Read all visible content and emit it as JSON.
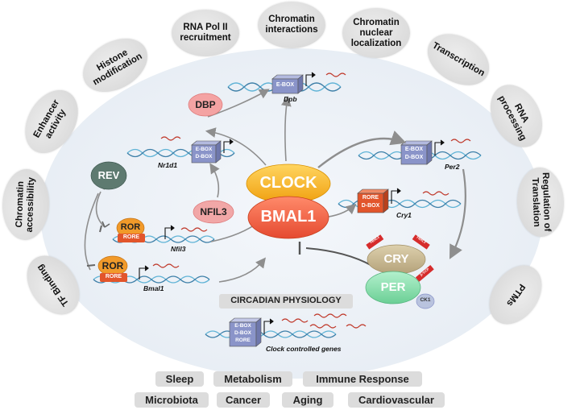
{
  "outer_ring": [
    "RNA Pol II recruitment",
    "Chromatin interactions",
    "Chromatin nuclear localization",
    "Transcription",
    "RNA processing",
    "Regulation of Translation",
    "PTMs",
    "TF Binding",
    "Chromatin accessibility",
    "Enhancer activity",
    "Histone modification"
  ],
  "core": {
    "clock": "CLOCK",
    "bmal1": "BMAL1"
  },
  "proteins": {
    "dbp": "DBP",
    "rev": "REV",
    "nfil3": "NFIL3",
    "ror1": "ROR",
    "ror2": "ROR",
    "cry": "CRY",
    "per": "PER",
    "ck1": "CK1"
  },
  "elements": {
    "ebox": "E-BOX",
    "dbox": "D-BOX",
    "rore": "RORE"
  },
  "genes": {
    "dpb": "Dpb",
    "nr1d1": "Nr1d1",
    "per2": "Per2",
    "cry1": "Cry1",
    "nfil3": "Nfil3",
    "bmal1": "Bmal1",
    "ccg": "Clock controlled genes"
  },
  "phospho": {
    "fbxl3": "FBXL3",
    "btrcp": "β-TrCP"
  },
  "circadian_label": "CIRCADIAN PHYSIOLOGY",
  "physiology": [
    "Sleep",
    "Metabolism",
    "Immune Response",
    "Microbiota",
    "Cancer",
    "Aging",
    "Cardiovascular"
  ],
  "colors": {
    "clock": "#f5b01c",
    "bmal1": "#ef5a3c",
    "cry": "#c8b48a",
    "per": "#7fd6a4",
    "rev": "#5e7a70",
    "ror": "#f19a2a",
    "dbp": "#f4a3a3",
    "nfil3": "#f1a7a7",
    "box": "#8a94c9",
    "rore_box": "#e2552b"
  }
}
